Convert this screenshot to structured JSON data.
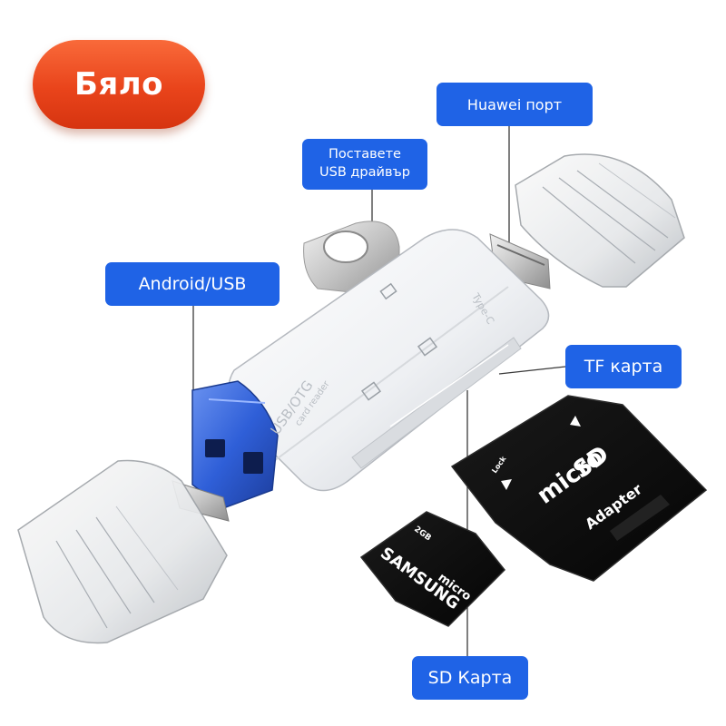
{
  "color_badge": {
    "label": "Бяло"
  },
  "callouts": {
    "huawei_port": "Huawei порт",
    "install_usb_driver": "Поставете\nUSB драйвър",
    "android_usb": "Android/USB",
    "tf_card": "TF карта",
    "sd_card": "SD Карта"
  },
  "device_markings": {
    "line1": "USB/OTG",
    "line2": "card reader",
    "type_c": "Type-C"
  },
  "microsd_card": {
    "brand": "SAMSUNG",
    "capacity": "2GB",
    "logo": "micro"
  },
  "sd_adapter": {
    "logo_top": "micro",
    "logo_bottom": "SD",
    "label": "Adapter",
    "lock": "Lock"
  },
  "colors": {
    "badge": "#e9441b",
    "callout": "#1f63e6",
    "connector_blue": "#2f5fd8",
    "device_body": "#f3f4f6"
  }
}
